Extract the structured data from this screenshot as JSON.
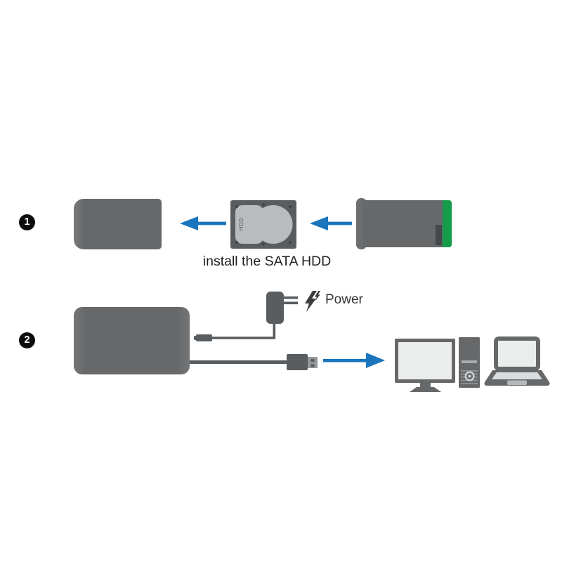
{
  "colors": {
    "background": "#ffffff",
    "device_gray": "#66686a",
    "component_gray": "#595d60",
    "platter_gray": "#b9bcbe",
    "screen_gray": "#ebecec",
    "keyboard_gray": "#dbdcdd",
    "pcb_green": "#149c4a",
    "arrow_blue": "#1b75bc",
    "badge_black": "#0c0c0c",
    "text_dark": "#212121"
  },
  "step1": {
    "number": "1",
    "caption": "install the SATA HDD",
    "hdd_label": "HDD"
  },
  "step2": {
    "number": "2",
    "power_label": "Power"
  },
  "icons": {
    "arrow_left": "blue left-pointing arrow",
    "arrow_right": "blue right-pointing arrow",
    "lightning": "double lightning bolt",
    "devices": [
      "enclosure-closed",
      "hdd-icon",
      "enclosure-open",
      "power-adapter-icon",
      "usb-plug-icon",
      "monitor-icon",
      "desktop-tower-icon",
      "laptop-icon"
    ]
  }
}
